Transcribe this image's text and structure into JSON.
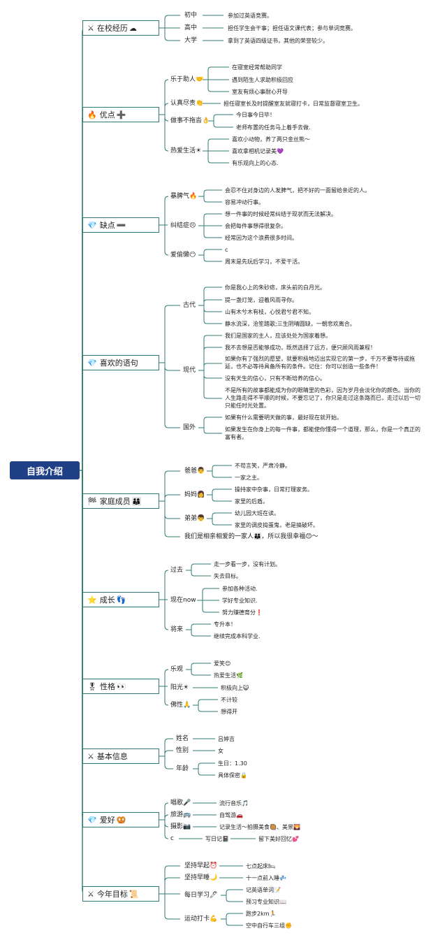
{
  "root": {
    "title": "自我介绍"
  },
  "categories": [
    {
      "icon": "⚔",
      "label": "在校经历",
      "emoji": "☁",
      "branches": [
        {
          "label": "初中",
          "items": [
            "参加过英语竞赛。"
          ]
        },
        {
          "label": "高中",
          "items": [
            "担任学生会干事；担任语文课代表；参与单词竞赛。"
          ]
        },
        {
          "label": "大学",
          "items": [
            "拿到了英语四级证书，其他的荣誉较少。"
          ]
        }
      ]
    },
    {
      "icon": "🔥",
      "label": "优点",
      "emoji": "➕",
      "branches": [
        {
          "label": "乐于助人🤝",
          "items": [
            "在寝室经常帮助同学",
            "遇到陌生人求助积极回应",
            "室友有烦心事耐心开导"
          ]
        },
        {
          "label": "认真尽责👏",
          "items": [
            "担任寝室长及时提醒室友就寝打卡，日常监督寝室卫生。"
          ]
        },
        {
          "label": "做事不拖沓👌",
          "items": [
            "今日事今日毕！",
            "老师布置的任务马上着手去做."
          ]
        },
        {
          "label": "热爱生活☀",
          "items": [
            "喜欢小动物，养了两只金丝熊～",
            "喜欢拿相机记录美💜",
            "有乐观向上的心态."
          ]
        }
      ]
    },
    {
      "icon": "💎",
      "label": "缺点",
      "emoji": "➖",
      "branches": [
        {
          "label": "暴脾气🔥",
          "items": [
            "会忍不住对身边的人发脾气，把不好的一面留给亲近的人。",
            "容易冲动行事。"
          ]
        },
        {
          "label": "纠结症😣",
          "items": [
            "想一件事的时候经常纠结于现状而无法解决。",
            "会把每件事想得很复杂。",
            "经常因为这个浪费很多时间。"
          ]
        },
        {
          "label": "爱偷懒😶",
          "items": [
            "c",
            "周末是先玩后学习，不爱干活。"
          ]
        }
      ]
    },
    {
      "icon": "💎",
      "label": "喜欢的语句",
      "emoji": "",
      "branches": [
        {
          "label": "古代",
          "items": [
            "你是我心上的朱砂痣，床头前的白月光。",
            "提一盏灯笼，迎着风雨寻你。",
            "山有木兮木有枝，心悦君兮君不知。",
            "静水流深，沧笙踏歌;三生阴晴圆缺，一朝悲欢离合。"
          ]
        },
        {
          "label": "现代",
          "items": [
            "我们是国家的主人，应该处处为国家着想。",
            "我不去想是否能够成功，既然选择了远方，便只顾风雨兼程！",
            "如果你有了强烈的愿望，就要积极地迈出实现它的第一步，千万不要等待或拖延，也不必等待具备所有的条件。记住：你可以创造一些条件！",
            "没有天生的信心，只有不断培养的信心。",
            "不是所有的故事都能成为你的眼睛里的色彩，因为岁月会淡化你的颜色。当你的人生路走得不平顺的时候，不要忘记了，你只是走过这条路而已，走过以后一切只能任时光处置。"
          ]
        },
        {
          "label": "国外",
          "items": [
            "如果有什么需要明天做的事，最好现在就开始。",
            "如果发生在你身上的每一件事，都能使你懂得一个道理，那么，你是一个真正的富有者。"
          ]
        }
      ]
    },
    {
      "icon": "🏁",
      "label": "家庭成员",
      "emoji": "👨‍👩‍👦",
      "branches": [
        {
          "label": "爸爸👨",
          "items": [
            "不苟言笑，严肃冷静。",
            "一家之主。"
          ]
        },
        {
          "label": "妈妈👩",
          "items": [
            "操持家中杂事，日常打理家务。",
            "家里的后盾。"
          ]
        },
        {
          "label": "弟弟👦",
          "items": [
            "幼儿园大班在读。",
            "家里的调皮捣蛋鬼，老是搞破坏。"
          ]
        },
        {
          "label": "我们是相亲相爱的一家人👨‍👩‍👦，所以我很幸福😊～",
          "items": []
        }
      ]
    },
    {
      "icon": "⭐",
      "label": "成长",
      "emoji": "👣",
      "branches": [
        {
          "label": "过去",
          "items": [
            "走一步看一步，没有计划。",
            "失去目标。"
          ]
        },
        {
          "label": "现在now",
          "items": [
            "参加各种活动.",
            "学好专业知识.",
            "努力赚德育分❗"
          ]
        },
        {
          "label": "将来",
          "items": [
            "专升本！",
            "继续完成本科学业."
          ]
        }
      ]
    },
    {
      "icon": "🎖",
      "label": "性格",
      "emoji": "👀",
      "branches": [
        {
          "label": "乐观",
          "items": [
            "爱笑😊",
            "热爱生活🌿"
          ]
        },
        {
          "label": "阳光☀",
          "items": [
            "积极向上😺"
          ]
        },
        {
          "label": "佛性🙏",
          "items": [
            "不计较",
            "想得开"
          ]
        }
      ]
    },
    {
      "icon": "⚔",
      "label": "基本信息",
      "emoji": "",
      "branches": [
        {
          "label": "姓名",
          "items": [
            "吕婷吉"
          ]
        },
        {
          "label": "性别",
          "items": [
            "女"
          ]
        },
        {
          "label": "年龄",
          "items": [
            "生日：1.30",
            "具体保密🔒"
          ]
        }
      ]
    },
    {
      "icon": "💎",
      "label": "爱好",
      "emoji": "🥨",
      "branches": [
        {
          "label": "唱歌🎤",
          "items": [
            "流行音乐🎵"
          ]
        },
        {
          "label": "旅游🚌",
          "items": [
            "自驾游🚗"
          ]
        },
        {
          "label": "摄影📷",
          "items": [
            "记录生活～拍摄美食🥘、美景🌄"
          ]
        },
        {
          "label": "c",
          "items": [
            "写日记📓"
          ],
          "sub": "留下美好回忆💕"
        }
      ]
    },
    {
      "icon": "⚔",
      "label": "今年目标",
      "emoji": "📜",
      "branches": [
        {
          "label": "坚持早起⏰",
          "items": [
            "七点起床🛏"
          ]
        },
        {
          "label": "坚持早睡🌙",
          "items": [
            "十一点前入睡💤"
          ]
        },
        {
          "label": "每日学习🖊",
          "items": [
            "记英语单词📝",
            "预习专业知识📖"
          ]
        },
        {
          "label": "运动打卡💪",
          "items": [
            "跑步2km🏃",
            "空中自行车三组✊"
          ]
        }
      ]
    }
  ]
}
